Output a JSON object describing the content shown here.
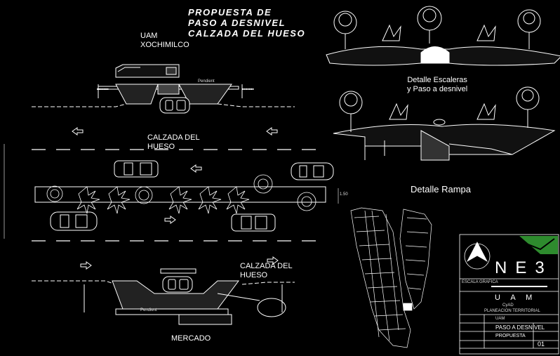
{
  "title": [
    "PROPUESTA DE",
    "PASO A DESNIVEL",
    "CALZADA DEL HUESO"
  ],
  "labels": {
    "uam_xochimilco": [
      "UAM",
      "XOCHIMILCO"
    ],
    "calzada_top": [
      "CALZADA DEL",
      "HUESO"
    ],
    "calzada_bottom": [
      "CALZADA DEL",
      "HUESO"
    ],
    "mercado": "MERCADO",
    "detalle_escaleras": [
      "Detalle Escaleras",
      "y Paso a desnivel"
    ],
    "detalle_rampa": "Detalle Rampa",
    "pendiente_top": "Pendient",
    "pendiente_bottom": "Pendient",
    "dim_label": "1.50"
  },
  "title_block": {
    "north_letters": [
      "N",
      "E",
      "3"
    ],
    "escala": "ESCALA GRAFICA",
    "uam": "U A M",
    "cyad": "CyAD",
    "planeacion": "PLANEACION TERRITORIAL",
    "uam_small": "UAM",
    "project": "PASO A DESNIVEL",
    "propuesta": "PROPUESTA",
    "sheet": "01"
  },
  "colors": {
    "background": "#000000",
    "line": "#ffffff",
    "accent_green": "#2e8b2e"
  }
}
